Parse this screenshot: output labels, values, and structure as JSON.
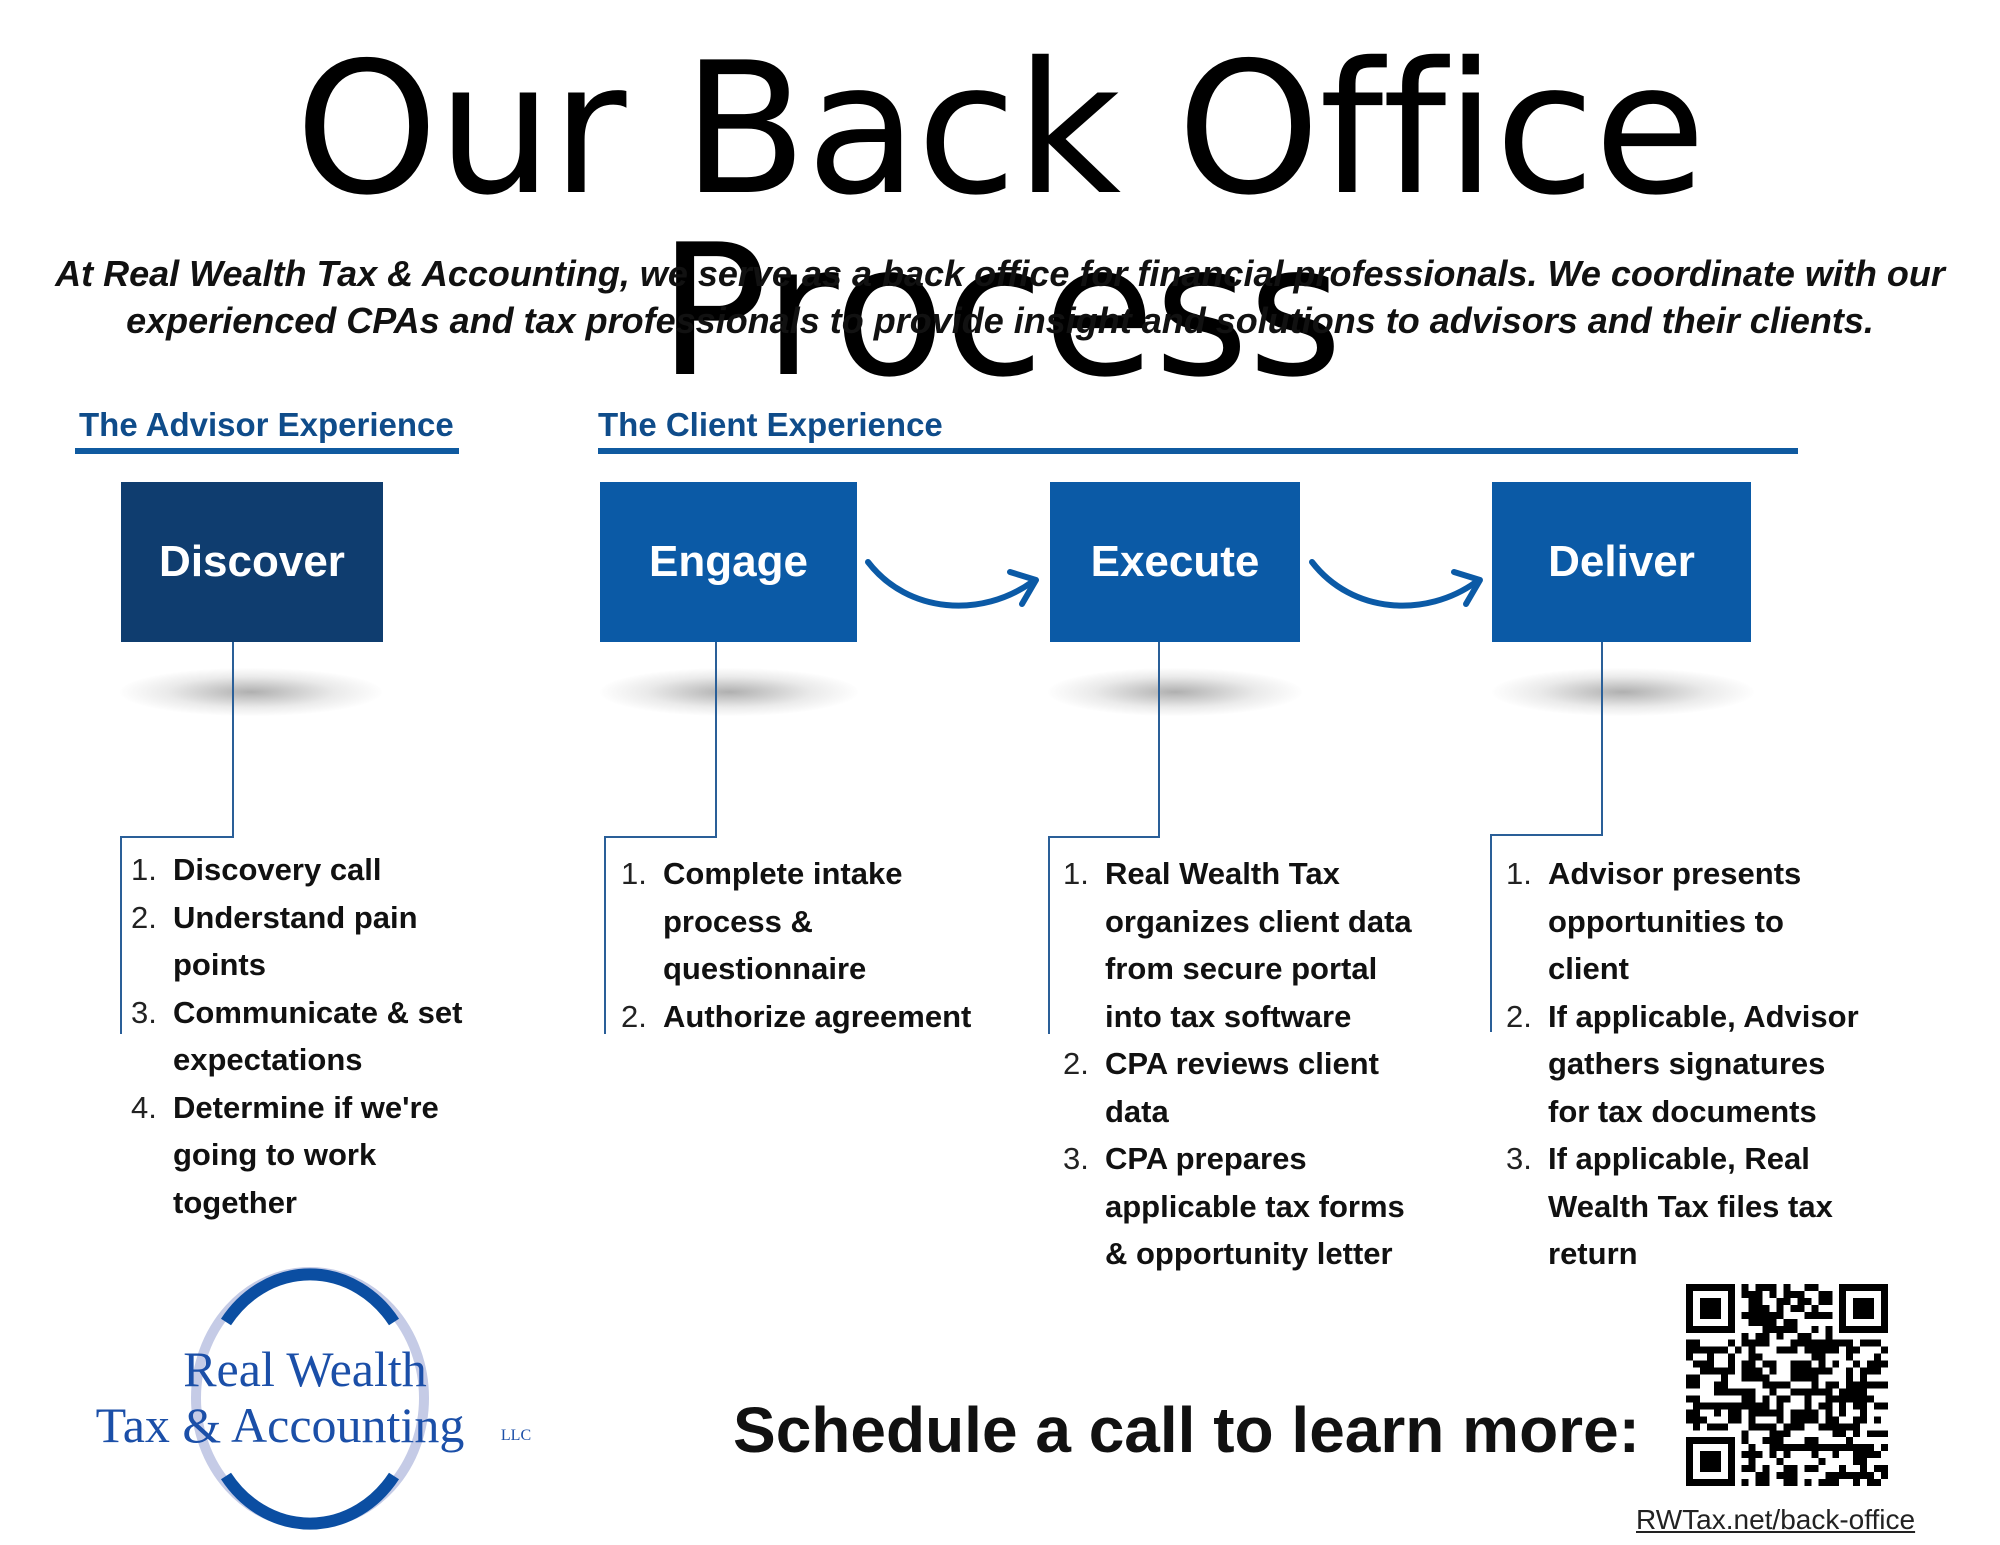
{
  "header": {
    "title": "Our Back Office Process",
    "intro_line1": "At Real Wealth Tax & Accounting, we serve as a back office for financial professionals. We coordinate with our",
    "intro_line2": "experienced CPAs and tax professionals to provide insight and solutions to advisors and their clients."
  },
  "sections": {
    "advisor": "The Advisor Experience",
    "client": "The Client Experience"
  },
  "stages": [
    {
      "label": "Discover",
      "steps": [
        {
          "num": "1.",
          "lines": [
            "Discovery call"
          ]
        },
        {
          "num": "2.",
          "lines": [
            "Understand pain",
            "points"
          ]
        },
        {
          "num": "3.",
          "lines": [
            "Communicate & set",
            "expectations"
          ]
        },
        {
          "num": "4.",
          "lines": [
            "Determine if we're",
            "going to work",
            "together"
          ]
        }
      ]
    },
    {
      "label": "Engage",
      "steps": [
        {
          "num": "1.",
          "lines": [
            "Complete intake",
            "process &",
            "questionnaire"
          ]
        },
        {
          "num": "2.",
          "lines": [
            "Authorize agreement"
          ]
        }
      ]
    },
    {
      "label": "Execute",
      "steps": [
        {
          "num": "1.",
          "lines": [
            "Real Wealth Tax",
            "organizes client data",
            "from secure portal",
            "into tax software"
          ]
        },
        {
          "num": "2.",
          "lines": [
            "CPA reviews client",
            "data"
          ]
        },
        {
          "num": "3.",
          "lines": [
            "CPA prepares",
            "applicable tax forms",
            "& opportunity letter"
          ]
        }
      ]
    },
    {
      "label": "Deliver",
      "steps": [
        {
          "num": "1.",
          "lines": [
            "Advisor presents",
            "opportunities to",
            "client"
          ]
        },
        {
          "num": "2.",
          "lines": [
            "If applicable, Advisor",
            "gathers signatures",
            "for tax documents"
          ]
        },
        {
          "num": "3.",
          "lines": [
            "If applicable, Real",
            "Wealth Tax files tax",
            "return"
          ]
        }
      ]
    }
  ],
  "logo": {
    "line1": "Real Wealth",
    "line2": "Tax & Accounting",
    "suffix": "LLC"
  },
  "footer": {
    "cta": "Schedule a call to learn more:",
    "url": "RWTax.net/back-office"
  },
  "colors": {
    "accent": "#0b5aa6",
    "dark_box": "#0f3d6f",
    "label": "#0f4c8a"
  },
  "icons": {
    "arrow": "curved-arrow-icon",
    "qr": "qr-code-icon"
  }
}
